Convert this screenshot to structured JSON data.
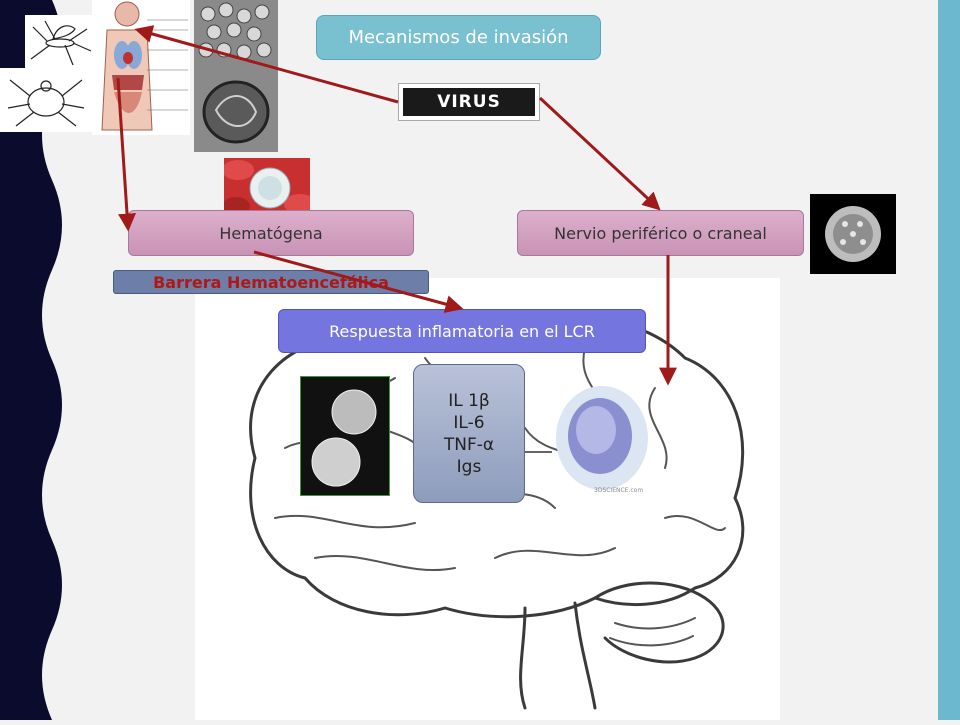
{
  "title": "Mecanismos de invasión",
  "virus_label": "VIRUS",
  "routes": {
    "hematogenous": "Hematógena",
    "neural": "Nervio periférico o craneal"
  },
  "barrier": "Barrera Hematoencefálica",
  "inflammatory_response": "Respuesta inflamatoria  en el LCR",
  "mediators": [
    "IL 1β",
    "IL-6",
    "TNF-α",
    "Igs"
  ],
  "watermark": "3DSCIENCE.com",
  "colors": {
    "band_dark": "#0b0b2e",
    "band_accent": "#6cb9cf",
    "arrow": "#a01a1a",
    "title_fill": "#79c0d0",
    "route_fill": "#d4a6c3",
    "response_fill": "#7575e0"
  }
}
